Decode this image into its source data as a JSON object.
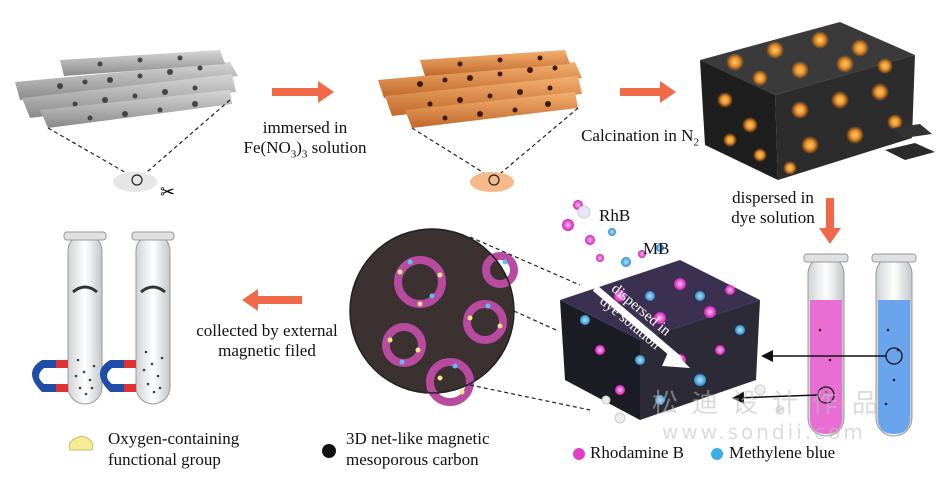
{
  "steps": {
    "immersed": [
      "immersed in",
      "Fe(NO",
      "3",
      ")",
      "3",
      " solution"
    ],
    "calcination": [
      "Calcination in N",
      "2"
    ],
    "dispersed": [
      "dispersed in",
      "dye solution"
    ],
    "collected": [
      "collected by external",
      "magnetic filed"
    ],
    "arrow_text": [
      "dispersed in",
      "dye solution"
    ]
  },
  "labels": {
    "rhb": "RhB",
    "mb": "MB"
  },
  "legend": {
    "oxygen": [
      "Oxygen-containing",
      "functional group"
    ],
    "carbon": [
      "3D net-like magnetic",
      "mesoporous carbon"
    ],
    "rhodamine": "Rhodamine B",
    "methylene": "Methylene blue"
  },
  "colors": {
    "arrow": "#f06a4a",
    "rhodamine": "#e040c8",
    "methylene": "#3aaee6",
    "carbon": "#2a2a2a",
    "orange_fiber": "#e08a3a",
    "grey_fiber": "#a8a8a8"
  },
  "watermark": {
    "cn": "松迪设计作品",
    "url": "www.sondii.com"
  }
}
